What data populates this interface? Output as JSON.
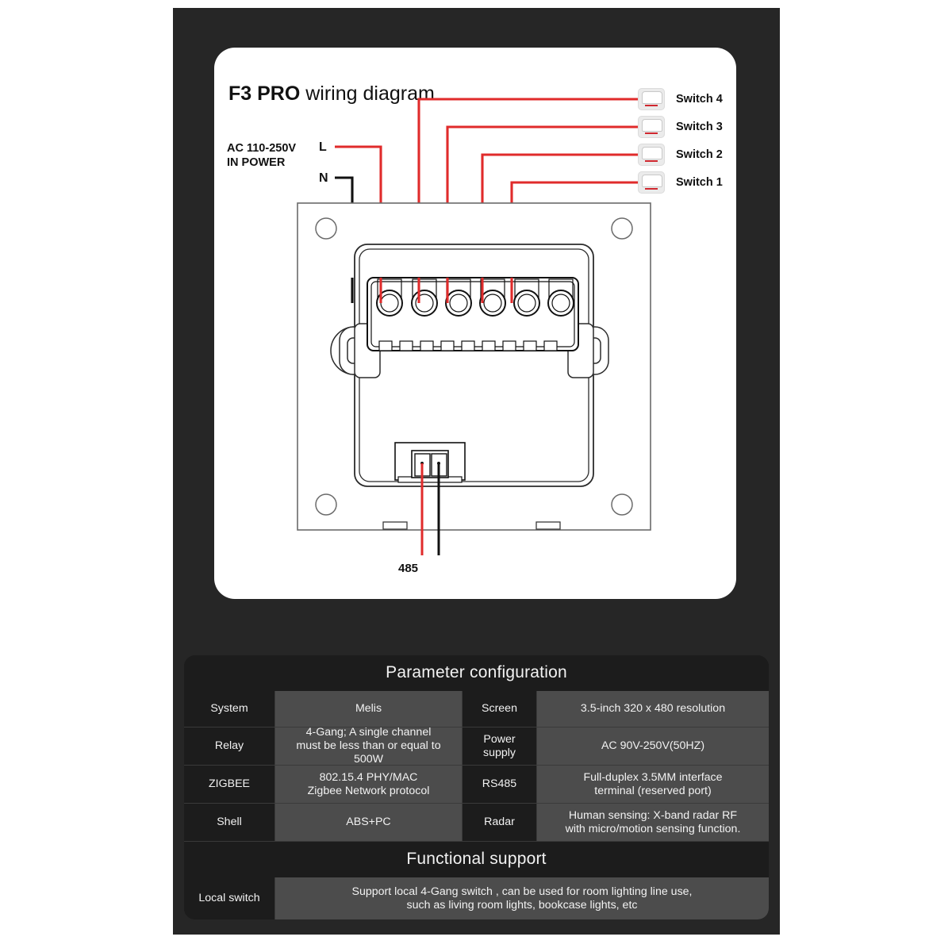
{
  "diagram": {
    "title_bold": "F3 PRO",
    "title_rest": " wiring diagram",
    "power_label": "AC 110-250V\nIN POWER",
    "terminal_l": "L",
    "terminal_n": "N",
    "rs485_label": "485",
    "switch_labels": [
      "Switch 4",
      "Switch 3",
      "Switch 2",
      "Switch 1"
    ],
    "colors": {
      "live_wire": "#e02b2b",
      "neutral_wire": "#111111",
      "outline": "#555555",
      "frame": "#262626",
      "card": "#ffffff"
    },
    "terminal_count": 6
  },
  "spec_table": {
    "header": "Parameter configuration",
    "rows": [
      {
        "key1": "System",
        "val1": "Melis",
        "key2": "Screen",
        "val2": "3.5-inch 320 x 480 resolution"
      },
      {
        "key1": "Relay",
        "val1": "4-Gang; A single channel\nmust be less than or equal to 500W",
        "key2": "Power\nsupply",
        "val2": "AC 90V-250V(50HZ)"
      },
      {
        "key1": "ZIGBEE",
        "val1": "802.15.4 PHY/MAC\nZigbee Network protocol",
        "key2": "RS485",
        "val2": "Full-duplex 3.5MM interface\nterminal (reserved port)"
      },
      {
        "key1": "Shell",
        "val1": "ABS+PC",
        "key2": "Radar",
        "val2": "Human sensing: X-band radar RF\nwith micro/motion sensing function."
      }
    ],
    "sub_header": "Functional support",
    "function_rows": [
      {
        "key": "Local switch",
        "val": "Support local 4-Gang switch , can be used for room lighting line use,\nsuch as living room lights, bookcase lights, etc"
      }
    ]
  }
}
